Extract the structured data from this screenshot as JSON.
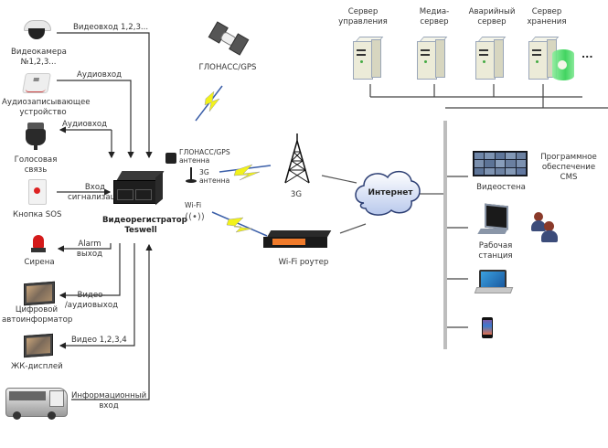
{
  "diagram": {
    "title": "Teswell video recorder system architecture",
    "left_devices": [
      {
        "id": "camera",
        "label_line1": "Видеокамера",
        "label_line2": "№1,2,3...",
        "link_label": "Видеовход 1,2,3...",
        "direction": "in"
      },
      {
        "id": "audio_recorder",
        "label_line1": "Аудиозаписывающее",
        "label_line2": "устройство",
        "link_label": "Аудиовход",
        "direction": "in"
      },
      {
        "id": "voice",
        "label_line1": "Голосовая",
        "label_line2": "связь",
        "link_label": "Аудиовход",
        "direction": "bidirectional"
      },
      {
        "id": "sos",
        "label_line1": "Кнопка SOS",
        "label_line2": "",
        "link_label_line1": "Вход",
        "link_label_line2": "сигнализации",
        "direction": "in"
      },
      {
        "id": "siren",
        "label_line1": "Сирена",
        "label_line2": "",
        "link_label_line1": "Alarm",
        "link_label_line2": "выход",
        "direction": "out"
      },
      {
        "id": "informer",
        "label_line1": "Цифровой",
        "label_line2": "автоинформатор",
        "link_label_line1": "Видео-",
        "link_label_line2": "/аудиовыход",
        "direction": "out"
      },
      {
        "id": "lcd",
        "label_line1": "ЖК-дисплей",
        "label_line2": "",
        "link_label": "Видео 1,2,3,4",
        "direction": "out"
      },
      {
        "id": "bus",
        "label_line1": "",
        "label_line2": "",
        "link_label_line1": "Информационный",
        "link_label_line2": "вход",
        "direction": "in"
      }
    ],
    "dvr": {
      "label_line1": "Видеорегистратор",
      "label_line2": "Teswell"
    },
    "antennas": {
      "gps_line1": "ГЛОНАСС/GPS",
      "gps_line2": "антенна",
      "g3_line1": "3G",
      "g3_line2": "антенна",
      "wifi": "Wi-Fi"
    },
    "satellite": {
      "label": "ГЛОНАСС/GPS"
    },
    "tower": {
      "label": "3G"
    },
    "router": {
      "label": "Wi-Fi роутер"
    },
    "internet": {
      "label": "Интернет"
    },
    "servers": [
      {
        "line1": "Сервер",
        "line2": "управления"
      },
      {
        "line1": "Медиа-",
        "line2": "сервер"
      },
      {
        "line1": "Аварийный",
        "line2": "сервер"
      },
      {
        "line1": "Сервер",
        "line2": "хранения"
      }
    ],
    "servers_more": "...",
    "clients": [
      {
        "id": "videowall",
        "line1": "Видеостена",
        "line2": ""
      },
      {
        "id": "workstation",
        "line1": "Рабочая",
        "line2": "станция"
      },
      {
        "id": "laptop",
        "line1": "",
        "line2": ""
      },
      {
        "id": "phone",
        "line1": "",
        "line2": ""
      }
    ],
    "cms": {
      "line1": "Программное",
      "line2": "обеспечение",
      "line3": "CMS"
    },
    "colors": {
      "wire": "#333333",
      "bus_bar": "#bdbdbd",
      "bolt": "#f2f21a",
      "bolt_tail": "#3a5ea8",
      "cloud_top": "#ffffff",
      "cloud_bottom": "#b8c8ec",
      "router_accent": "#f07a2a",
      "storage": "#3ddc5a"
    }
  }
}
